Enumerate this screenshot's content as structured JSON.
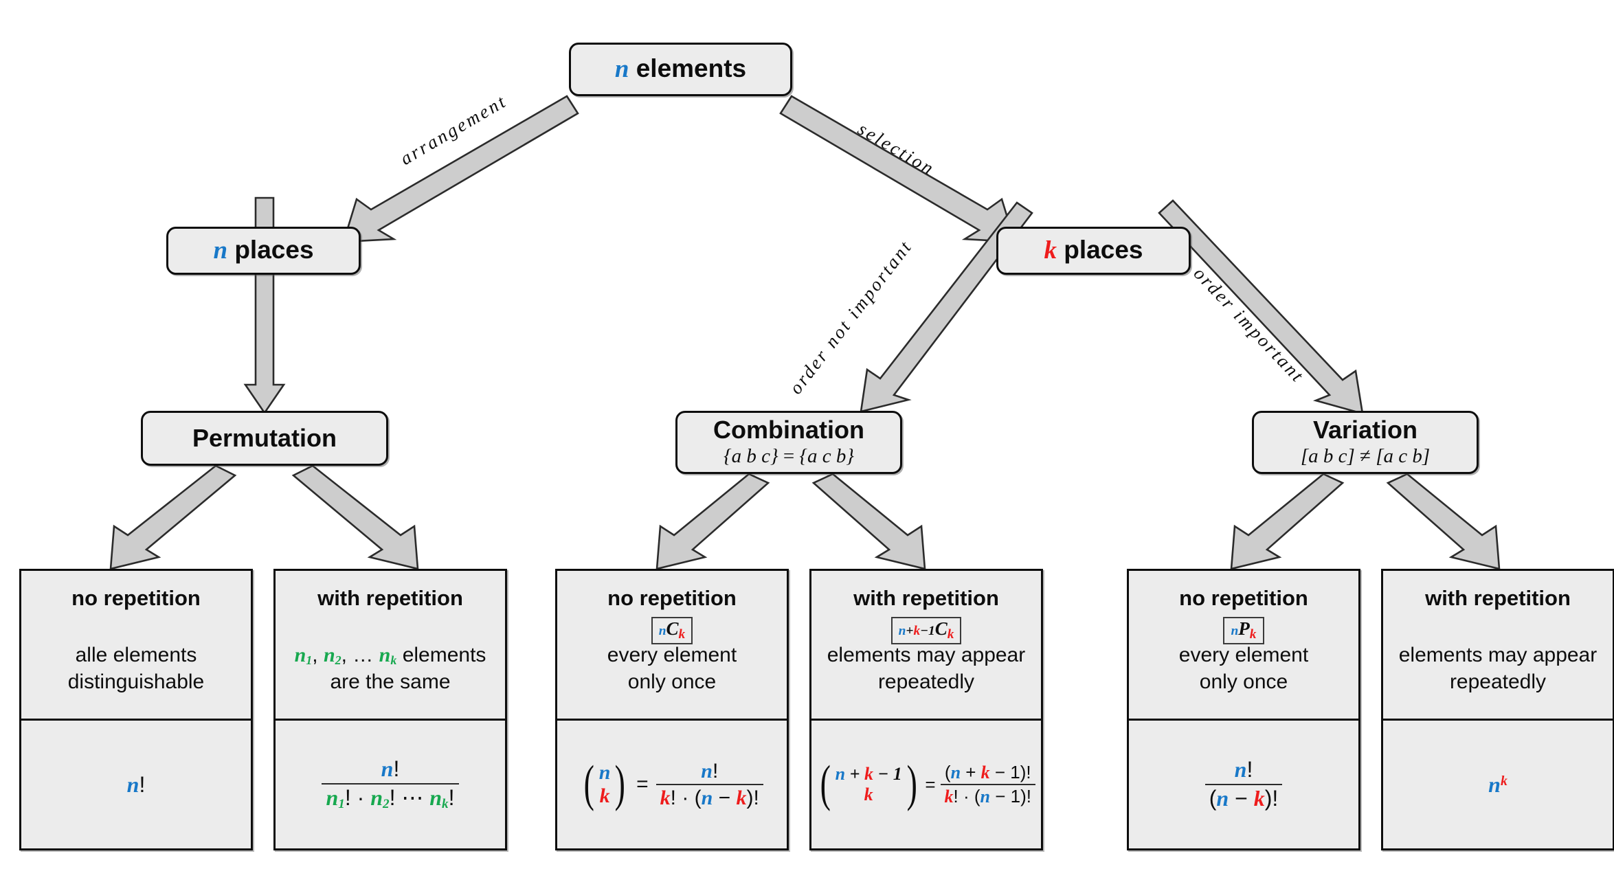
{
  "diagram": {
    "title": "Combinatorics decision tree",
    "colors": {
      "n_color": "#1878c8",
      "k_color": "#ee1c1c",
      "multiplicity_color": "#17a84f",
      "node_fill": "#ececec",
      "node_border": "#0d0d0d",
      "arrow_fill": "#cdcdcd"
    }
  },
  "nodes": {
    "root": {
      "label_var": "n",
      "label_text": "elements"
    },
    "n_places": {
      "label_var": "n",
      "label_text": "places"
    },
    "k_places": {
      "label_var": "k",
      "label_text": "places"
    },
    "permutation": {
      "title": "Permutation",
      "subtitle": ""
    },
    "combination": {
      "title": "Combination",
      "sub_left": "{a b c}",
      "sub_op": "=",
      "sub_right": "{a c b}"
    },
    "variation": {
      "title": "Variation",
      "sub_left": "[a b c]",
      "sub_op": "≠",
      "sub_right": "[a c b]"
    }
  },
  "edges": {
    "arrangement": "arrangement",
    "selection": "selection",
    "order_not_important": "order not important",
    "order_important": "order important"
  },
  "leaves": [
    {
      "id": "perm-no-rep",
      "head": "no repetition",
      "notation": "",
      "desc_line1": "alle elements",
      "desc_line2": "distinguishable",
      "formula_plain": "n!"
    },
    {
      "id": "perm-with-rep",
      "head": "with repetition",
      "notation": "",
      "desc_line1": "n₁, n₂, … nₖ elements",
      "desc_line2": "are the same",
      "formula_plain": "n! / (n₁! · n₂! ⋯ nₖ!)"
    },
    {
      "id": "comb-no-rep",
      "head": "no repetition",
      "notation": "nCk",
      "desc_line1": "every element",
      "desc_line2": "only once",
      "formula_plain": "(n over k) = n! / (k! · (n − k)!)"
    },
    {
      "id": "comb-with-rep",
      "head": "with repetition",
      "notation": "n+k-1Ck",
      "desc_line1": "elements may appear",
      "desc_line2": "repeatedly",
      "formula_plain": "(n+k−1 over k) = (n + k − 1)! / (k! · (n − 1)!)"
    },
    {
      "id": "var-no-rep",
      "head": "no repetition",
      "notation": "nPk",
      "desc_line1": "every element",
      "desc_line2": "only once",
      "formula_plain": "n! / (n − k)!"
    },
    {
      "id": "var-with-rep",
      "head": "with repetition",
      "notation": "",
      "desc_line1": "elements may appear",
      "desc_line2": "repeatedly",
      "formula_plain": "n^k"
    }
  ],
  "symbols": {
    "n": "n",
    "k": "k",
    "one": "1",
    "bang": "!",
    "plus": "+",
    "minus": "−",
    "cdot": "·",
    "ldots": "⋯",
    "equals": "=",
    "C": "C",
    "P": "P",
    "lparen": "(",
    "rparen": ")",
    "n1": "n",
    "n2": "n",
    "nk": "n",
    "sub1": "1",
    "sub2": "2",
    "subk": "k",
    "comma": ",",
    "dots": "…"
  }
}
